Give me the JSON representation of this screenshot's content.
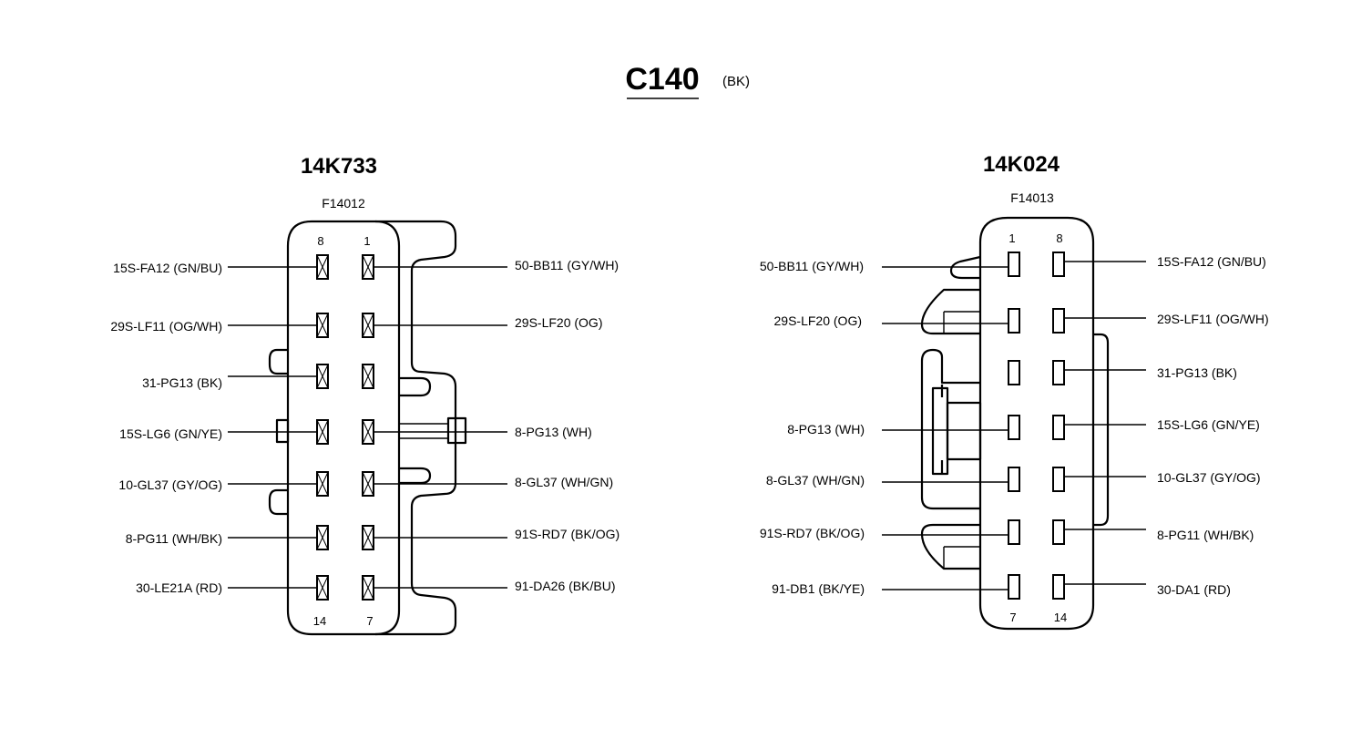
{
  "header": {
    "title": "C140",
    "color_code": "(BK)"
  },
  "left": {
    "part_number": "14K733",
    "code": "F14012",
    "pin_numbers": {
      "top_left": "8",
      "top_right": "1",
      "bottom_left": "14",
      "bottom_right": "7"
    },
    "labels_left": [
      "15S-FA12 (GN/BU)",
      "29S-LF11 (OG/WH)",
      "31-PG13 (BK)",
      "15S-LG6 (GN/YE)",
      "10-GL37 (GY/OG)",
      "8-PG11 (WH/BK)",
      "30-LE21A (RD)"
    ],
    "labels_right": [
      "50-BB11 (GY/WH)",
      "29S-LF20 (OG)",
      "",
      "8-PG13 (WH)",
      "8-GL37 (WH/GN)",
      "91S-RD7 (BK/OG)",
      "91-DA26 (BK/BU)"
    ]
  },
  "right": {
    "part_number": "14K024",
    "code": "F14013",
    "pin_numbers": {
      "top_left": "1",
      "top_right": "8",
      "bottom_left": "7",
      "bottom_right": "14"
    },
    "labels_left": [
      "50-BB11 (GY/WH)",
      "29S-LF20 (OG)",
      "",
      "8-PG13 (WH)",
      "8-GL37 (WH/GN)",
      "91S-RD7 (BK/OG)",
      "91-DB1 (BK/YE)"
    ],
    "labels_right": [
      "15S-FA12 (GN/BU)",
      "29S-LF11 (OG/WH)",
      "31-PG13 (BK)",
      "15S-LG6 (GN/YE)",
      "10-GL37 (GY/OG)",
      "8-PG11 (WH/BK)",
      "30-DA1 (RD)"
    ]
  }
}
